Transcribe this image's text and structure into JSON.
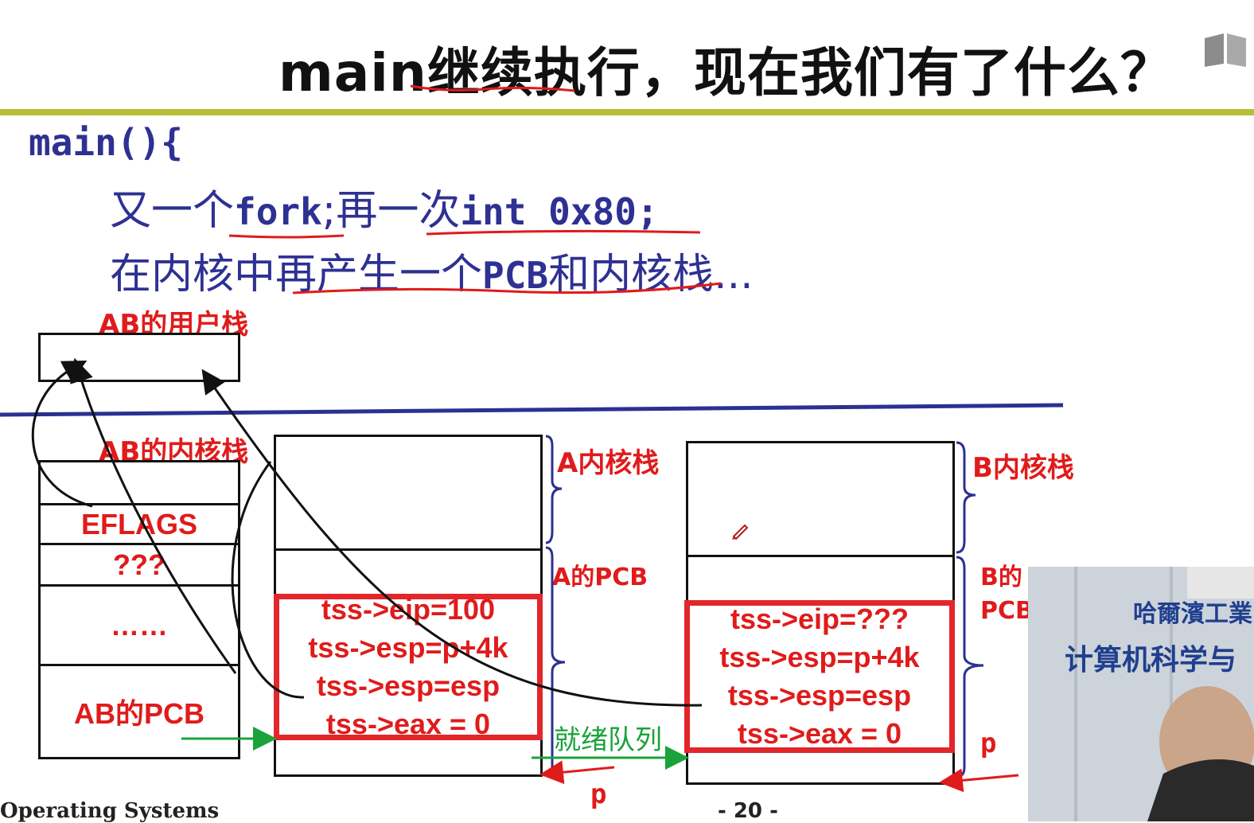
{
  "slide": {
    "title": "main继续执行，现在我们有了什么？",
    "code": {
      "line1": "main(){",
      "line2_a": "又一个",
      "line2_b": "fork",
      "line2_c": ";再一次",
      "line2_d": "int 0x80;",
      "line3_a": "在内核中再产生一个",
      "line3_b": "PCB",
      "line3_c": "和内核栈..."
    },
    "labels": {
      "ab_user_stack": "AB的用户栈",
      "ab_kernel_stack": "AB的内核栈",
      "a_kernel_stack": "A内核栈",
      "a_pcb": "A的PCB",
      "b_kernel_stack": "B内核栈",
      "b_pcb_1": "B的",
      "b_pcb_2": "PCB",
      "ready_queue": "就绪队列",
      "p_a": "p",
      "p_b": "p"
    },
    "ab_stack_cells": [
      "",
      "EFLAGS",
      "???",
      "……",
      "AB的PCB"
    ],
    "a_tss": [
      "tss->eip=100",
      "tss->esp=p+4k",
      "tss->esp=esp",
      "tss->eax = 0"
    ],
    "b_tss": [
      "tss->eip=???",
      "tss->esp=p+4k",
      "tss->esp=esp",
      "tss->eax = 0"
    ],
    "footer_left": "Operating Systems",
    "page_number": "- 20 -"
  },
  "webcam": {
    "line1": "哈爾濱工業",
    "line2": "计算机科学与"
  },
  "colors": {
    "title_rule": "#b7be34",
    "code_blue": "#2e3192",
    "label_red": "#e01b1b",
    "box_red": "#e3262a",
    "divider_blue": "#2b3190",
    "arrow_green": "#1aa33a"
  }
}
